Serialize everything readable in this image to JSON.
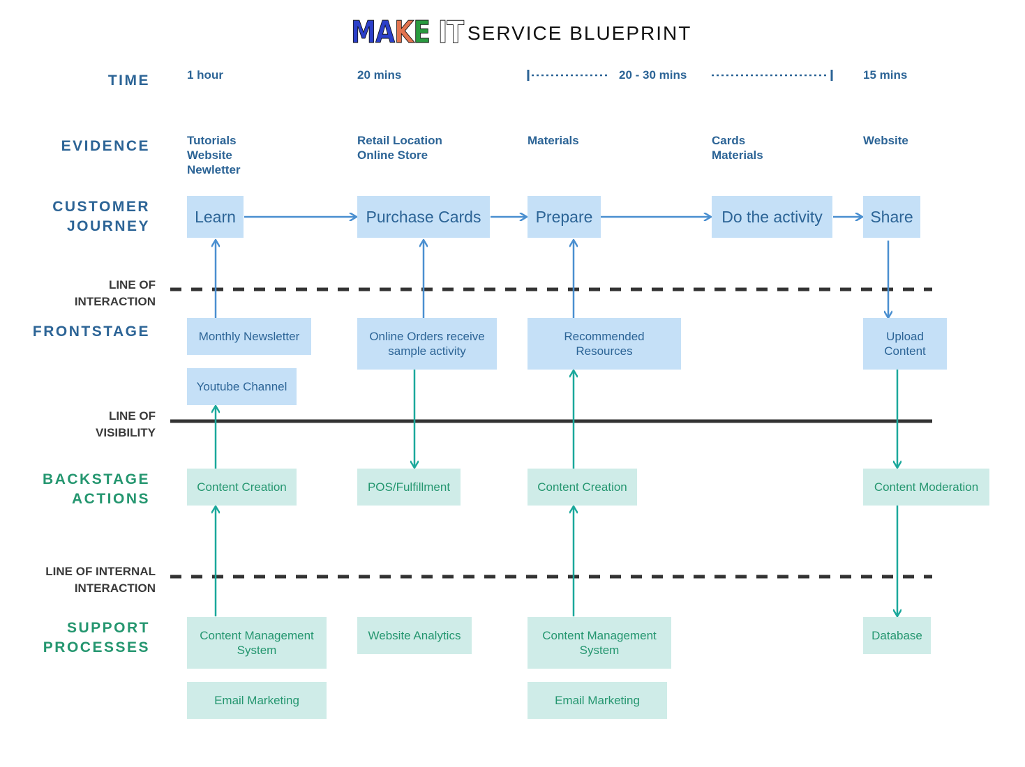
{
  "header": {
    "logo_letters": [
      {
        "char": "M",
        "color": "#2b3fc9"
      },
      {
        "char": "A",
        "color": "#2b3fc9"
      },
      {
        "char": "K",
        "color": "#e2734f"
      },
      {
        "char": "E",
        "color": "#2a9a3f"
      },
      {
        "char": " ",
        "color": "#ffffff"
      },
      {
        "char": "I",
        "color": "#9b6fce"
      },
      {
        "char": "T",
        "color": "#ffffff"
      }
    ],
    "logo_text": "MAKE IT",
    "title": "SERVICE BLUEPRINT"
  },
  "row_labels": {
    "time": "TIME",
    "evidence": "EVIDENCE",
    "customer_journey": [
      "CUSTOMER",
      "JOURNEY"
    ],
    "frontstage": "FRONTSTAGE",
    "backstage": [
      "BACKSTAGE",
      "ACTIONS"
    ],
    "support": [
      "SUPPORT",
      "PROCESSES"
    ]
  },
  "line_labels": {
    "interaction": [
      "LINE OF",
      "INTERACTION"
    ],
    "visibility": [
      "LINE OF",
      "VISIBILITY"
    ],
    "internal_interaction": [
      "LINE OF INTERNAL",
      "INTERACTION"
    ]
  },
  "time": [
    "1 hour",
    "20 mins",
    "20 - 30 mins",
    "15 mins"
  ],
  "evidence": [
    [
      "Tutorials",
      "Website",
      "Newletter"
    ],
    [
      "Retail Location",
      "Online Store"
    ],
    [
      "Materials"
    ],
    [
      "Cards",
      "Materials"
    ],
    [
      "Website"
    ]
  ],
  "customer_journey": [
    "Learn",
    "Purchase Cards",
    "Prepare",
    "Do the activity",
    "Share"
  ],
  "frontstage": [
    "Monthly Newsletter",
    "Youtube Channel",
    "Online Orders receive sample activity",
    "Recommended Resources",
    "Upload Content"
  ],
  "backstage": [
    "Content Creation",
    "POS/Fulfillment",
    "Content Creation",
    "Content Moderation"
  ],
  "support": [
    "Content Management System",
    "Email Marketing",
    "Website Analytics",
    "Content Management System",
    "Email Marketing",
    "Database"
  ],
  "colors": {
    "primary_blue": "#2c6496",
    "arrow_blue": "#4a8fd0",
    "light_blue_box": "#c5e0f7",
    "green_text": "#24966f",
    "teal_arrow": "#1aa89b",
    "light_green_box": "#cfece8",
    "line_dark": "#333333"
  }
}
